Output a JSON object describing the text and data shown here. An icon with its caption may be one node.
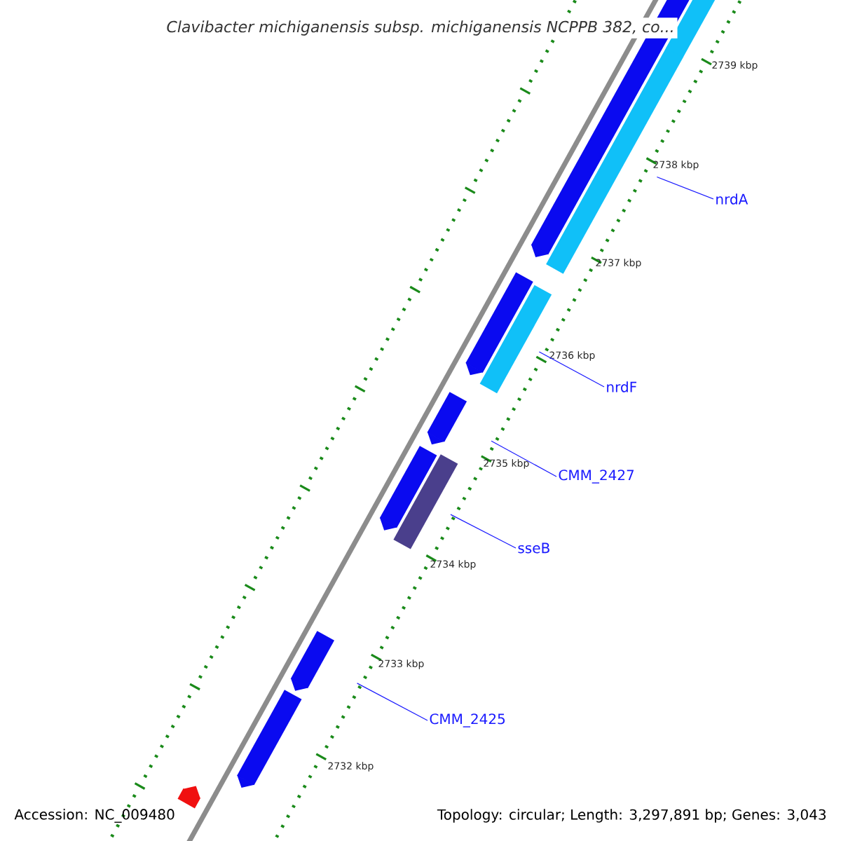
{
  "diagram": {
    "title": "Clavibacter michiganensis subsp. michiganensis NCPPB 382, co...",
    "nodes": [
      {
        "text": [
          "nrdA"
        ]
      },
      {
        "text": [
          "nrdF"
        ]
      },
      {
        "text": [
          "CMM_2427"
        ]
      },
      {
        "text": [
          "sseB"
        ]
      },
      {
        "text": [
          "CMM_2425"
        ]
      },
      {
        "text": [],
        "shape": "bar"
      },
      {
        "text": [],
        "shape": "bar"
      },
      {
        "text": [],
        "shape": "bar"
      },
      {
        "text": [],
        "shape": "bar"
      },
      {
        "text": [],
        "shape": "bar"
      },
      {
        "text": [],
        "shape": "bar"
      },
      {
        "text": [],
        "shape": "bar"
      },
      {
        "text": [],
        "shape": "bar"
      },
      {
        "text": [],
        "shape": "bar"
      },
      {
        "text": [],
        "shape": "bar"
      }
    ],
    "edges": [
      {
        "from": 0,
        "to": 6,
        "arrow": "none"
      },
      {
        "from": 1,
        "to": 8,
        "arrow": "none"
      },
      {
        "from": 2,
        "to": 9,
        "arrow": "none"
      },
      {
        "from": 3,
        "to": 10,
        "arrow": "none"
      },
      {
        "from": 4,
        "to": 12,
        "arrow": "none"
      }
    ],
    "labels": [
      "2739 kbp",
      "2738 kbp",
      "2737 kbp",
      "2736 kbp",
      "2735 kbp",
      "2734 kbp",
      "2733 kbp",
      "2732 kbp",
      "Accession: NC_009480",
      "Topology: circular; Length: 3,297,891 bp; Genes: 3,043"
    ]
  }
}
